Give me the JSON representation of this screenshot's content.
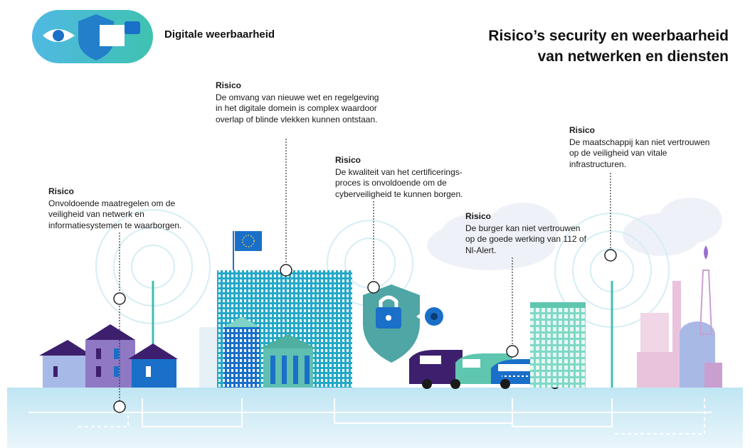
{
  "header": {
    "brand_label": "Digitale weerbaarheid",
    "title_line1": "Risico’s security en weerbaarheid",
    "title_line2": "van netwerken en diensten"
  },
  "risks": [
    {
      "title": "Risico",
      "text": "Onvoldoende maatregelen om de veiligheid van netwerk en informatiesystemen te waarborgen."
    },
    {
      "title": "Risico",
      "text": "De omvang van nieuwe wet en regelgeving in het digitale domein is complex waardoor overlap of blinde vlekken kunnen ontstaan."
    },
    {
      "title": "Risico",
      "text": "De kwaliteit van het certificerings-proces is onvoldoende om de cyberveiligheid te kunnen borgen."
    },
    {
      "title": "Risico",
      "text": "De burger kan niet vertrouwen op de goede werking van 112 of Nl-Alert."
    },
    {
      "title": "Risico",
      "text": "De maatschappij kan niet vertrouwen op de veiligheid van vitale infrastructuren."
    }
  ],
  "colors": {
    "primary_blue": "#1a6fc9",
    "dark_blue": "#0b4fa0",
    "purple": "#3d1f6e",
    "teal": "#2bb3a6",
    "light_teal": "#6fd3c4",
    "ground": "#dff0f7",
    "pink": "#e9c3dc"
  }
}
